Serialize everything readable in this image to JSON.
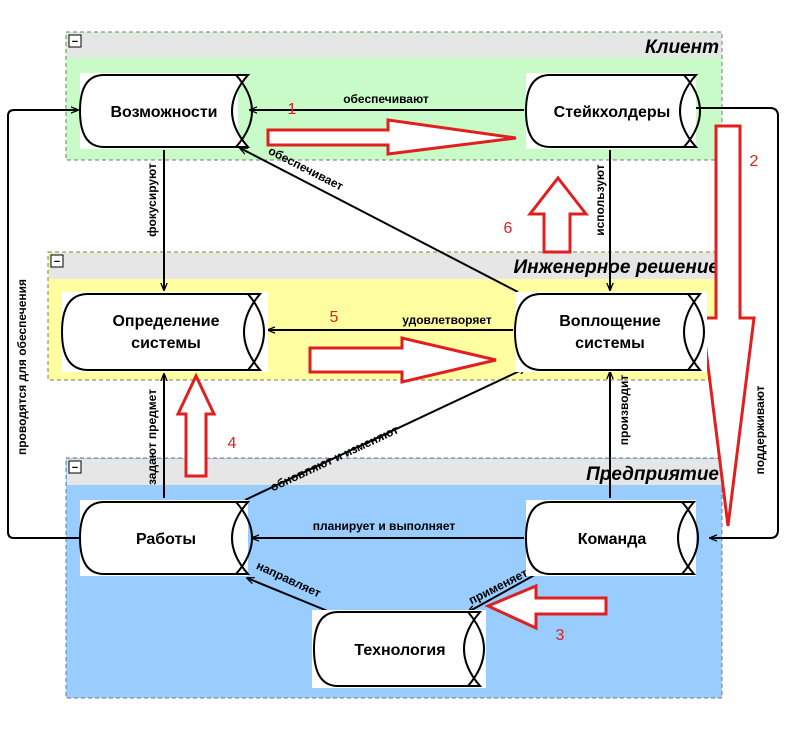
{
  "colors": {
    "client_zone": "#c8fbc8",
    "engineering_zone": "#fffea0",
    "enterprise_zone": "#99ccff",
    "zone_header": "#e6e6e6",
    "accent_red": "#e02020",
    "node_fill": "#ffffff",
    "line": "#000000"
  },
  "zones": {
    "client": {
      "title": "Клиент",
      "collapse_glyph": "−"
    },
    "engineering": {
      "title": "Инженерное решение",
      "collapse_glyph": "−"
    },
    "enterprise": {
      "title": "Предприятие",
      "collapse_glyph": "−"
    }
  },
  "nodes": {
    "opportunities": {
      "line1": "Возможности",
      "line2": ""
    },
    "stakeholders": {
      "line1": "Стейкхолдеры",
      "line2": ""
    },
    "system_definition": {
      "line1": "Определение",
      "line2": "системы"
    },
    "system_realization": {
      "line1": "Воплощение",
      "line2": "системы"
    },
    "work": {
      "line1": "Работы",
      "line2": ""
    },
    "team": {
      "line1": "Команда",
      "line2": ""
    },
    "technology": {
      "line1": "Технология",
      "line2": ""
    }
  },
  "relations": {
    "provide_top": "обеспечивают",
    "provides_diag": "обеспечивает",
    "focus": "фокусируют",
    "use": "используют",
    "satisfies": "удовлетворяет",
    "set_subject": "задают предмет",
    "produces": "производит",
    "update_change": "обновляют и изменяют",
    "plans_executes": "планирует и выполняет",
    "applies": "применяет",
    "directs": "направляет",
    "conducted_for": "проводятся для обеспечения",
    "support": "поддерживают"
  },
  "steps": [
    "1",
    "2",
    "3",
    "4",
    "5",
    "6"
  ]
}
